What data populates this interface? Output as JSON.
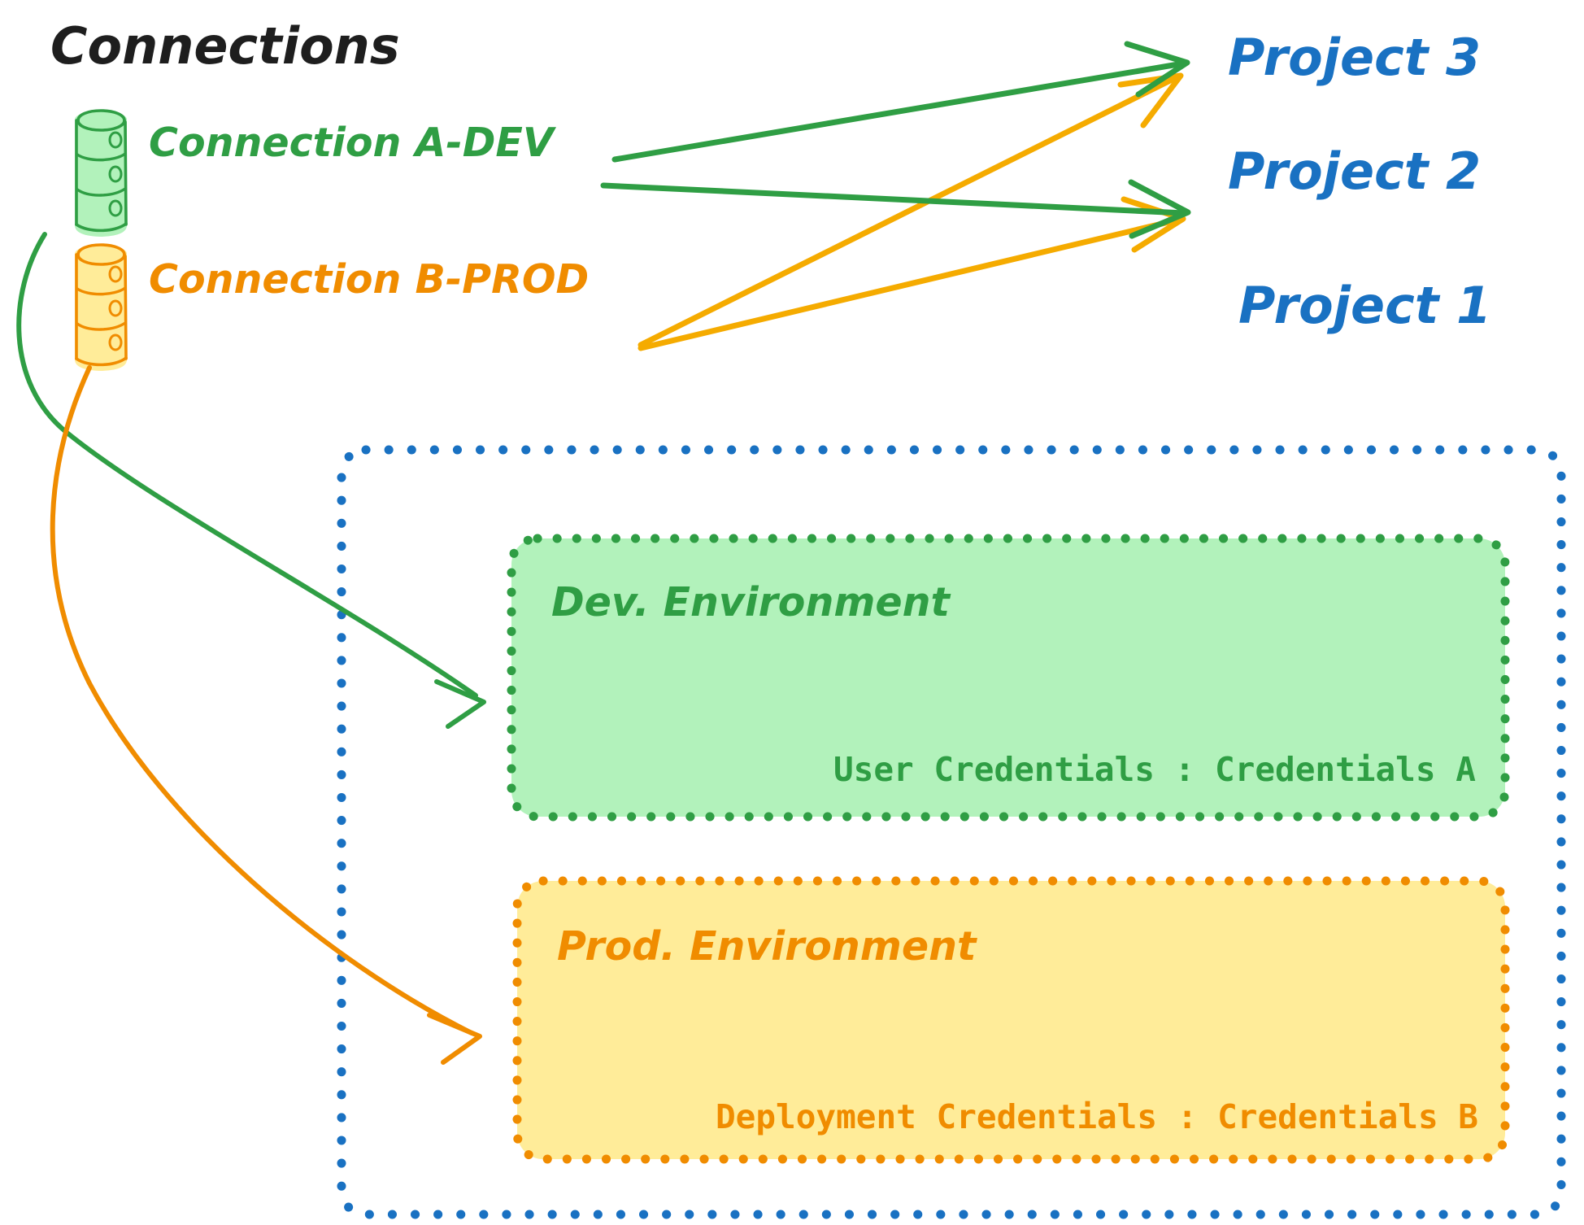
{
  "diagram": {
    "title": "Connections",
    "title_color": "#1e1e1e",
    "background": "#ffffff"
  },
  "palette": {
    "green_stroke": "#2f9e44",
    "green_fill": "#b2f2bb",
    "orange_stroke": "#f08c00",
    "orange_fill": "#ffec99",
    "orange_line": "#f5ab00",
    "blue_stroke": "#1971c2",
    "blue_dots": "#1971c2",
    "black": "#1e1e1e"
  },
  "connections": [
    {
      "id": "a-dev",
      "label": "Connection A-DEV",
      "color": "#2f9e44",
      "fill": "#b2f2bb",
      "icon": "database-icon"
    },
    {
      "id": "b-prod",
      "label": "Connection B-PROD",
      "color": "#f08c00",
      "fill": "#ffec99",
      "icon": "database-icon"
    }
  ],
  "projects": [
    {
      "id": "project-3",
      "label": "Project 3",
      "color": "#1971c2"
    },
    {
      "id": "project-2",
      "label": "Project 2",
      "color": "#1971c2"
    },
    {
      "id": "project-1",
      "label": "Project 1",
      "color": "#1971c2"
    }
  ],
  "project1": {
    "label": "Project 1",
    "border_color": "#1971c2",
    "environments": [
      {
        "id": "dev-environment",
        "title": "Dev. Environment",
        "credentials_label": "User Credentials : Credentials A",
        "stroke": "#2f9e44",
        "fill": "#b2f2bb"
      },
      {
        "id": "prod-environment",
        "title": "Prod. Environment",
        "credentials_label": "Deployment Credentials : Credentials B",
        "stroke": "#f08c00",
        "fill": "#ffec99"
      }
    ]
  },
  "edges": [
    {
      "id": "a-dev-to-project-3",
      "from": "a-dev",
      "to": "project-3",
      "color": "#2f9e44"
    },
    {
      "id": "a-dev-to-project-2",
      "from": "a-dev",
      "to": "project-2",
      "color": "#2f9e44"
    },
    {
      "id": "b-prod-to-project-3",
      "from": "b-prod",
      "to": "project-3",
      "color": "#f5ab00"
    },
    {
      "id": "b-prod-to-project-2",
      "from": "b-prod",
      "to": "project-2",
      "color": "#f5ab00"
    },
    {
      "id": "a-dev-to-dev-environment",
      "from": "a-dev",
      "to": "dev-environment",
      "color": "#2f9e44"
    },
    {
      "id": "b-prod-to-prod-environment",
      "from": "b-prod",
      "to": "prod-environment",
      "color": "#f08c00"
    }
  ]
}
